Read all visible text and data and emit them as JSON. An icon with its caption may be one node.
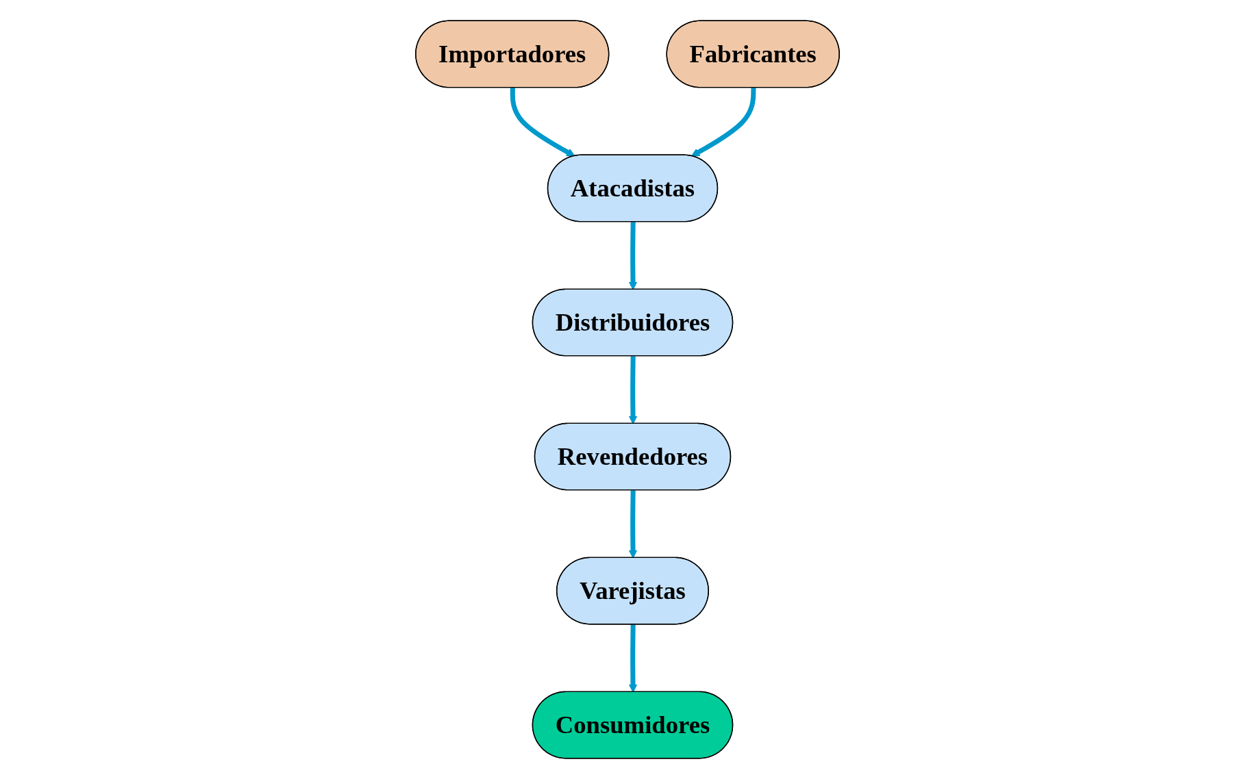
{
  "diagram": {
    "nodes": [
      {
        "text": [
          "Importadores"
        ]
      },
      {
        "text": [
          "Atacadistas"
        ]
      },
      {
        "text": [
          "Fabricantes"
        ]
      },
      {
        "text": [
          "Distribuidores"
        ]
      },
      {
        "text": [
          "Revendedores"
        ]
      },
      {
        "text": [
          "Varejistas"
        ]
      },
      {
        "text": [
          "Consumidores"
        ]
      }
    ],
    "edges": [
      {
        "from": 0,
        "to": 1,
        "arrow": "to"
      },
      {
        "from": 2,
        "to": 1,
        "arrow": "to"
      },
      {
        "from": 1,
        "to": 3,
        "arrow": "to"
      },
      {
        "from": 3,
        "to": 4,
        "arrow": "to"
      },
      {
        "from": 4,
        "to": 5,
        "arrow": "to"
      },
      {
        "from": 5,
        "to": 6,
        "arrow": "to"
      }
    ]
  }
}
